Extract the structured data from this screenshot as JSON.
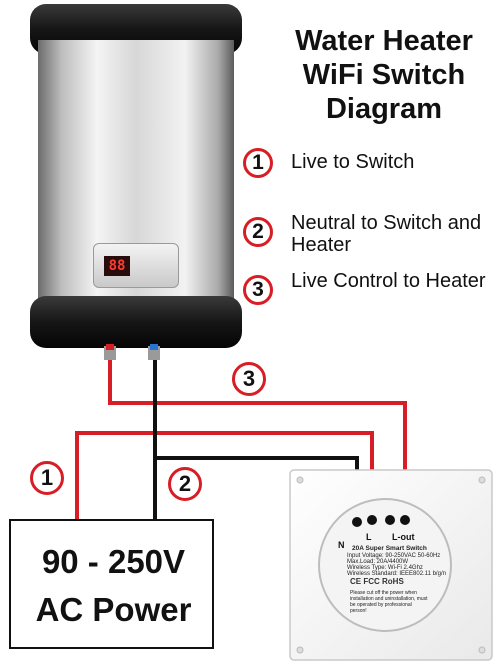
{
  "title": {
    "line1": "Water Heater",
    "line2": "WiFi Switch",
    "line3": "Diagram"
  },
  "legend": [
    {
      "number": "1",
      "text": "Live to Switch"
    },
    {
      "number": "2",
      "text": "Neutral to Switch and Heater"
    },
    {
      "number": "3",
      "text": "Live Control to Heater"
    }
  ],
  "wire_labels": [
    "1",
    "2",
    "3"
  ],
  "power_box": {
    "line1": "90 - 250V",
    "line2": "AC Power"
  },
  "heater": {
    "display_value": "88"
  },
  "switch": {
    "terminals": {
      "n": "N",
      "l": "L",
      "l_out": "L-out"
    },
    "model": "20A Super Smart Switch",
    "spec_lines": [
      "Input Voltage: 90-250VAC 50-60Hz",
      "Max.Load: 20A/4400W",
      "Wireless Type: Wi-Fi 2.4Ghz",
      "Wireless Standard: IEEE802.11 b/g/n"
    ],
    "marks": "CE FCC RoHS",
    "warning": "Please cut off the power when installation and uninstallation, must be operated by professional person!"
  },
  "colors": {
    "wire_live": "#d71d25",
    "wire_neutral": "#111111",
    "circle_border": "#d71d25"
  }
}
